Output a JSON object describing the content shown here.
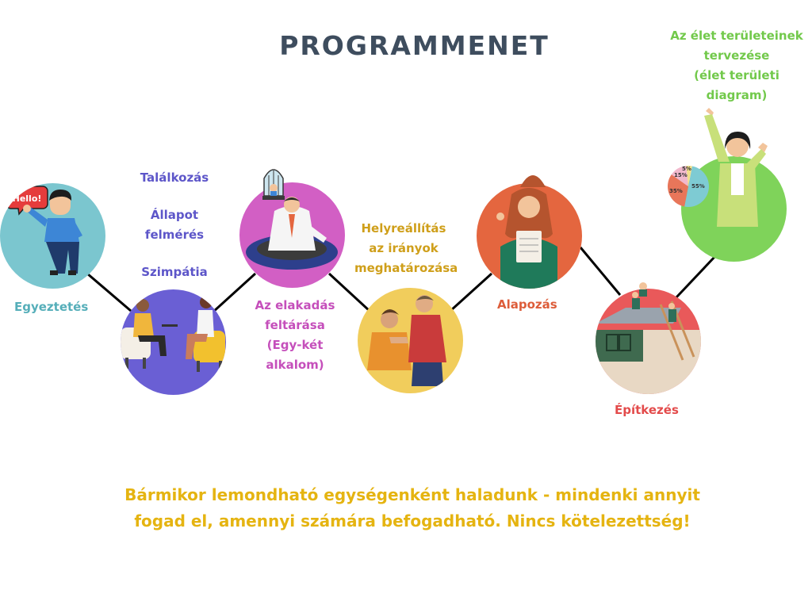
{
  "title": "PROGRAMMENET",
  "steps": {
    "egyeztetes": {
      "label": "Egyeztetés"
    },
    "talalkozas": {
      "lines": [
        "Találkozás",
        "Állapot",
        "felmérés",
        "Szimpátia"
      ]
    },
    "elakadas": {
      "lines": [
        "Az elakadás",
        "feltárása",
        "(Egy-két",
        "alkalom)"
      ]
    },
    "helyreallitas": {
      "lines": [
        "Helyreállítás",
        "az irányok",
        "meghatározása"
      ]
    },
    "alapozas": {
      "label": "Alapozás"
    },
    "epitkezes": {
      "label": "Építkezés"
    },
    "tervezes": {
      "lines": [
        "Az élet területeinek",
        "tervezése",
        "(élet területi",
        "diagram)"
      ]
    }
  },
  "illustrations": {
    "hello_bubble": "Hello!"
  },
  "pie": {
    "values": [
      55,
      35,
      15,
      5
    ],
    "labels": [
      "55%",
      "35%",
      "15%",
      "5%"
    ],
    "colors": [
      "#7ecbd3",
      "#e8765a",
      "#f2b8cc",
      "#f3df8a"
    ]
  },
  "colors": {
    "teal": "#7bc6cf",
    "purple": "#6a5fd4",
    "pink": "#d25fc4",
    "yellow": "#f1cd5c",
    "orange": "#e4663f",
    "red": "#e9595a",
    "green": "#7fd35a",
    "label_teal": "#55aeb9",
    "label_purple": "#5d56c9",
    "label_pink": "#c54fbb",
    "label_gold": "#cf9f1a",
    "label_orange": "#dd5d3a",
    "label_red": "#e34b4b",
    "label_green": "#72c94b",
    "note": "#e5b411"
  },
  "bottom_note": {
    "line1": "Bármikor lemondható egységenként haladunk - mindenki annyit",
    "line2": "fogad el, amennyi számára befogadható. Nincs kötelezettség!"
  }
}
